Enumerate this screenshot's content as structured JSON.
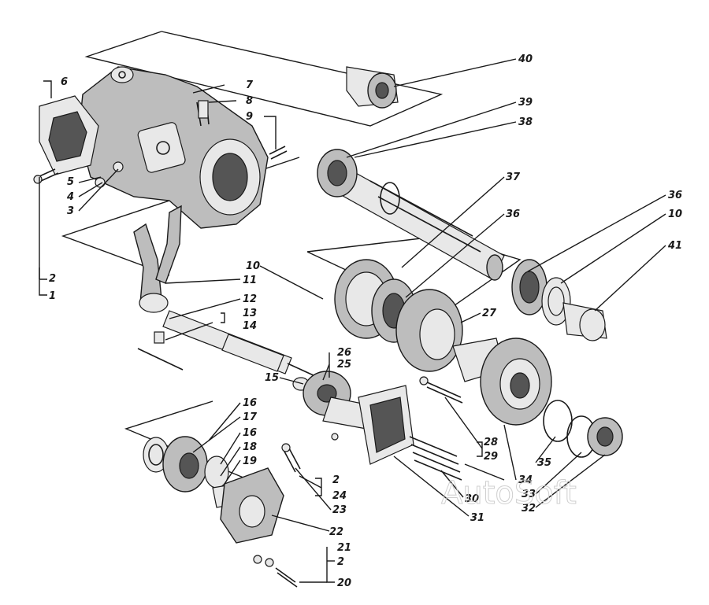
{
  "watermark": "AutoSoft",
  "callouts": {
    "c1": "1",
    "c2a": "2",
    "c3": "3",
    "c4": "4",
    "c5": "5",
    "c6": "6",
    "c7": "7",
    "c8": "8",
    "c9": "9",
    "c10a": "10",
    "c10b": "10",
    "c11": "11",
    "c12": "12",
    "c13": "13",
    "c14": "14",
    "c15": "15",
    "c16a": "16",
    "c16b": "16",
    "c17": "17",
    "c18": "18",
    "c19": "19",
    "c20": "20",
    "c21": "21",
    "c2b": "2",
    "c22": "22",
    "c23": "23",
    "c2c": "2",
    "c24": "24",
    "c25": "25",
    "c26": "26",
    "c27": "27",
    "c28": "28",
    "c29": "29",
    "c30": "30",
    "c31": "31",
    "c32": "32",
    "c33": "33",
    "c34": "34",
    "c35": "35",
    "c36a": "36",
    "c36b": "36",
    "c37": "37",
    "c38": "38",
    "c39": "39",
    "c40": "40",
    "c41": "41"
  }
}
